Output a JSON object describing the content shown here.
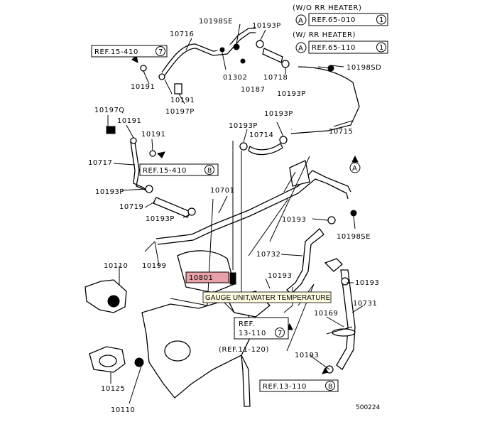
{
  "header": {
    "wo_rr_heater": "(W/O RR HEATER)",
    "w_rr_heater": "(W/ RR HEATER)",
    "ref_a1": "REF.65-010",
    "ref_a1_num": "1",
    "ref_a2": "REF.65-110",
    "ref_a2_num": "1",
    "marker_a": "A"
  },
  "refs": {
    "r15_410_7": "REF.15-410",
    "r15_410_7_num": "7",
    "r15_410_8": "REF.15-410",
    "r15_410_8_num": "8",
    "r13_110_7_a": "REF.",
    "r13_110_7_b": "13-110",
    "r13_110_7_num": "7",
    "r11_120": "(REF.11-120)",
    "r13_110_8": "REF.13-110",
    "r13_110_8_num": "8"
  },
  "parts": {
    "p10198SE_top": "10198SE",
    "p10716": "10716",
    "p10193P_top": "10193P",
    "p01302": "01302",
    "p10718": "10718",
    "p10187": "10187",
    "p10193P_b": "10193P",
    "p10198SD": "10198SD",
    "p10191_a": "10191",
    "p10191_b": "10191",
    "p10197P": "10197P",
    "p10197Q": "10197Q",
    "p10191_c": "10191",
    "p10191_d": "10191",
    "p10193P_c": "10193P",
    "p10193P_d": "10193P",
    "p10714": "10714",
    "p10715": "10715",
    "p10717": "10717",
    "p10193P_e": "10193P",
    "p10701": "10701",
    "p10719": "10719",
    "p10193P_f": "10193P",
    "p10193_a": "10193",
    "p10198SE_b": "10198SE",
    "p10732": "10732",
    "p10110_a": "10110",
    "p10199": "10199",
    "p10801": "10801",
    "p10193_b": "10193",
    "p10193_c": "10193",
    "p10731": "10731",
    "p10169": "10169",
    "p10193_d": "10193",
    "p10125": "10125",
    "p10110_b": "10110"
  },
  "tooltip": "GAUGE UNIT,WATER TEMPERATURE",
  "diagram_code": "500224"
}
